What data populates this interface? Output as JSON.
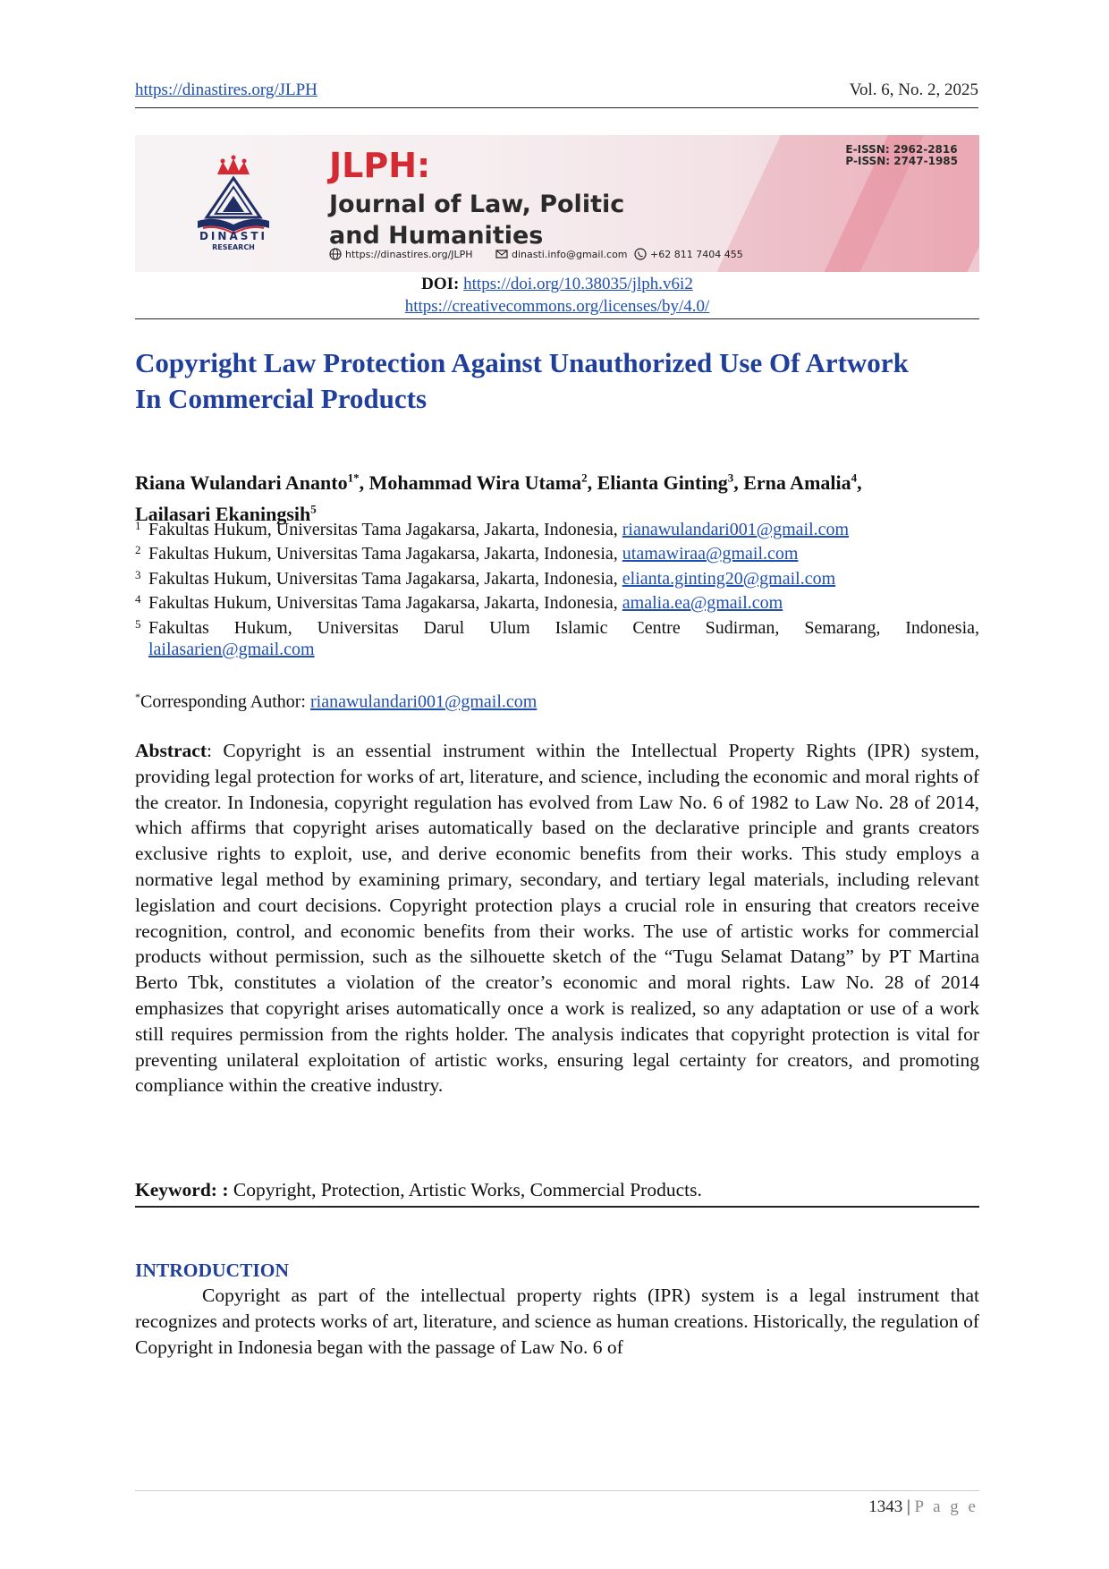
{
  "header": {
    "journal_url": "https://dinastires.org/JLPH",
    "volume": "Vol. 6, No. 2, 2025"
  },
  "banner": {
    "publisher": "DINASTI",
    "publisher_sub": "RESEARCH",
    "acronym": "JLPH:",
    "name_line1": "Journal of Law, Politic",
    "name_line2": "and Humanities",
    "eissn": "E-ISSN: 2962-2816",
    "pissn": "P-ISSN: 2747-1985",
    "web": "https://dinastires.org/JLPH",
    "email": "dinasti.info@gmail.com",
    "phone": "+62 811 7404 455",
    "colors": {
      "accent_red": "#d42a33",
      "navy": "#1f2f66"
    }
  },
  "doi": {
    "label": "DOI:",
    "url": "https://doi.org/10.38035/jlph.v6i2",
    "license": "https://creativecommons.org/licenses/by/4.0/"
  },
  "paper": {
    "title_line1": "Copyright Law Protection Against Unauthorized Use Of Artwork",
    "title_line2": "In Commercial Products",
    "authors": [
      {
        "name": "Riana Wulandari Ananto",
        "sup": "1*",
        "sep": ", "
      },
      {
        "name": "Mohammad Wira Utama",
        "sup": "2",
        "sep": ", "
      },
      {
        "name": "Elianta Ginting",
        "sup": "3",
        "sep": ", "
      },
      {
        "name": "Erna Amalia",
        "sup": "4",
        "sep": ", "
      },
      {
        "name": "Lailasari Ekaningsih",
        "sup": "5",
        "sep": ""
      }
    ],
    "affiliations": [
      {
        "num": "1",
        "text": "Fakultas Hukum, Universitas Tama Jagakarsa, Jakarta, Indonesia, ",
        "email": "rianawulandari001@gmail.com"
      },
      {
        "num": "2",
        "text": "Fakultas Hukum, Universitas Tama Jagakarsa, Jakarta, Indonesia, ",
        "email": "utamawiraa@gmail.com"
      },
      {
        "num": "3",
        "text": "Fakultas Hukum, Universitas Tama Jagakarsa, Jakarta, Indonesia, ",
        "email": "elianta.ginting20@gmail.com"
      },
      {
        "num": "4",
        "text": "Fakultas Hukum, Universitas Tama Jagakarsa, Jakarta, Indonesia, ",
        "email": "amalia.ea@gmail.com"
      },
      {
        "num": "5",
        "text": "Fakultas Hukum, Universitas Darul Ulum Islamic Centre Sudirman, Semarang, Indonesia,",
        "email": "lailasarien@gmail.com"
      }
    ],
    "corresponding_mark": "*",
    "corresponding_label": "Corresponding Author: ",
    "corresponding_email": "rianawulandari001@gmail.com",
    "abstract_label": "Abstract",
    "abstract_text": ": Copyright is an essential instrument within the Intellectual Property Rights (IPR) system, providing legal protection for works of art, literature, and science, including the economic and moral rights of the creator. In Indonesia, copyright regulation has evolved from Law No. 6 of 1982 to Law No. 28 of 2014, which affirms that copyright arises automatically based on the declarative principle and grants creators exclusive rights to exploit, use, and derive economic benefits from their works. This study employs a normative legal method by examining primary, secondary, and tertiary legal materials, including relevant legislation and court decisions. Copyright protection plays a crucial role in ensuring that creators receive recognition, control, and economic benefits from their works. The use of artistic works for commercial products without permission, such as the silhouette sketch of the “Tugu Selamat Datang” by PT Martina Berto Tbk, constitutes a violation of the creator’s economic and moral rights. Law No. 28 of 2014 emphasizes that copyright arises automatically once a work is realized, so any adaptation or use of a work still requires permission from the rights holder. The analysis indicates that copyright protection is vital for preventing unilateral exploitation of artistic works, ensuring legal certainty for creators, and promoting compliance within the creative industry.",
    "keyword_label": "Keyword: :",
    "keyword_text": " Copyright, Protection, Artistic Works, Commercial Products.",
    "intro_heading": "INTRODUCTION",
    "intro_text": "Copyright as part of the intellectual property rights (IPR) system is a legal instrument that recognizes and protects works of art, literature, and science as human creations. Historically, the regulation of Copyright in Indonesia began with the passage of Law No. 6 of"
  },
  "footer": {
    "page_number": "1343",
    "separator": "|",
    "page_word": "P a g e"
  }
}
